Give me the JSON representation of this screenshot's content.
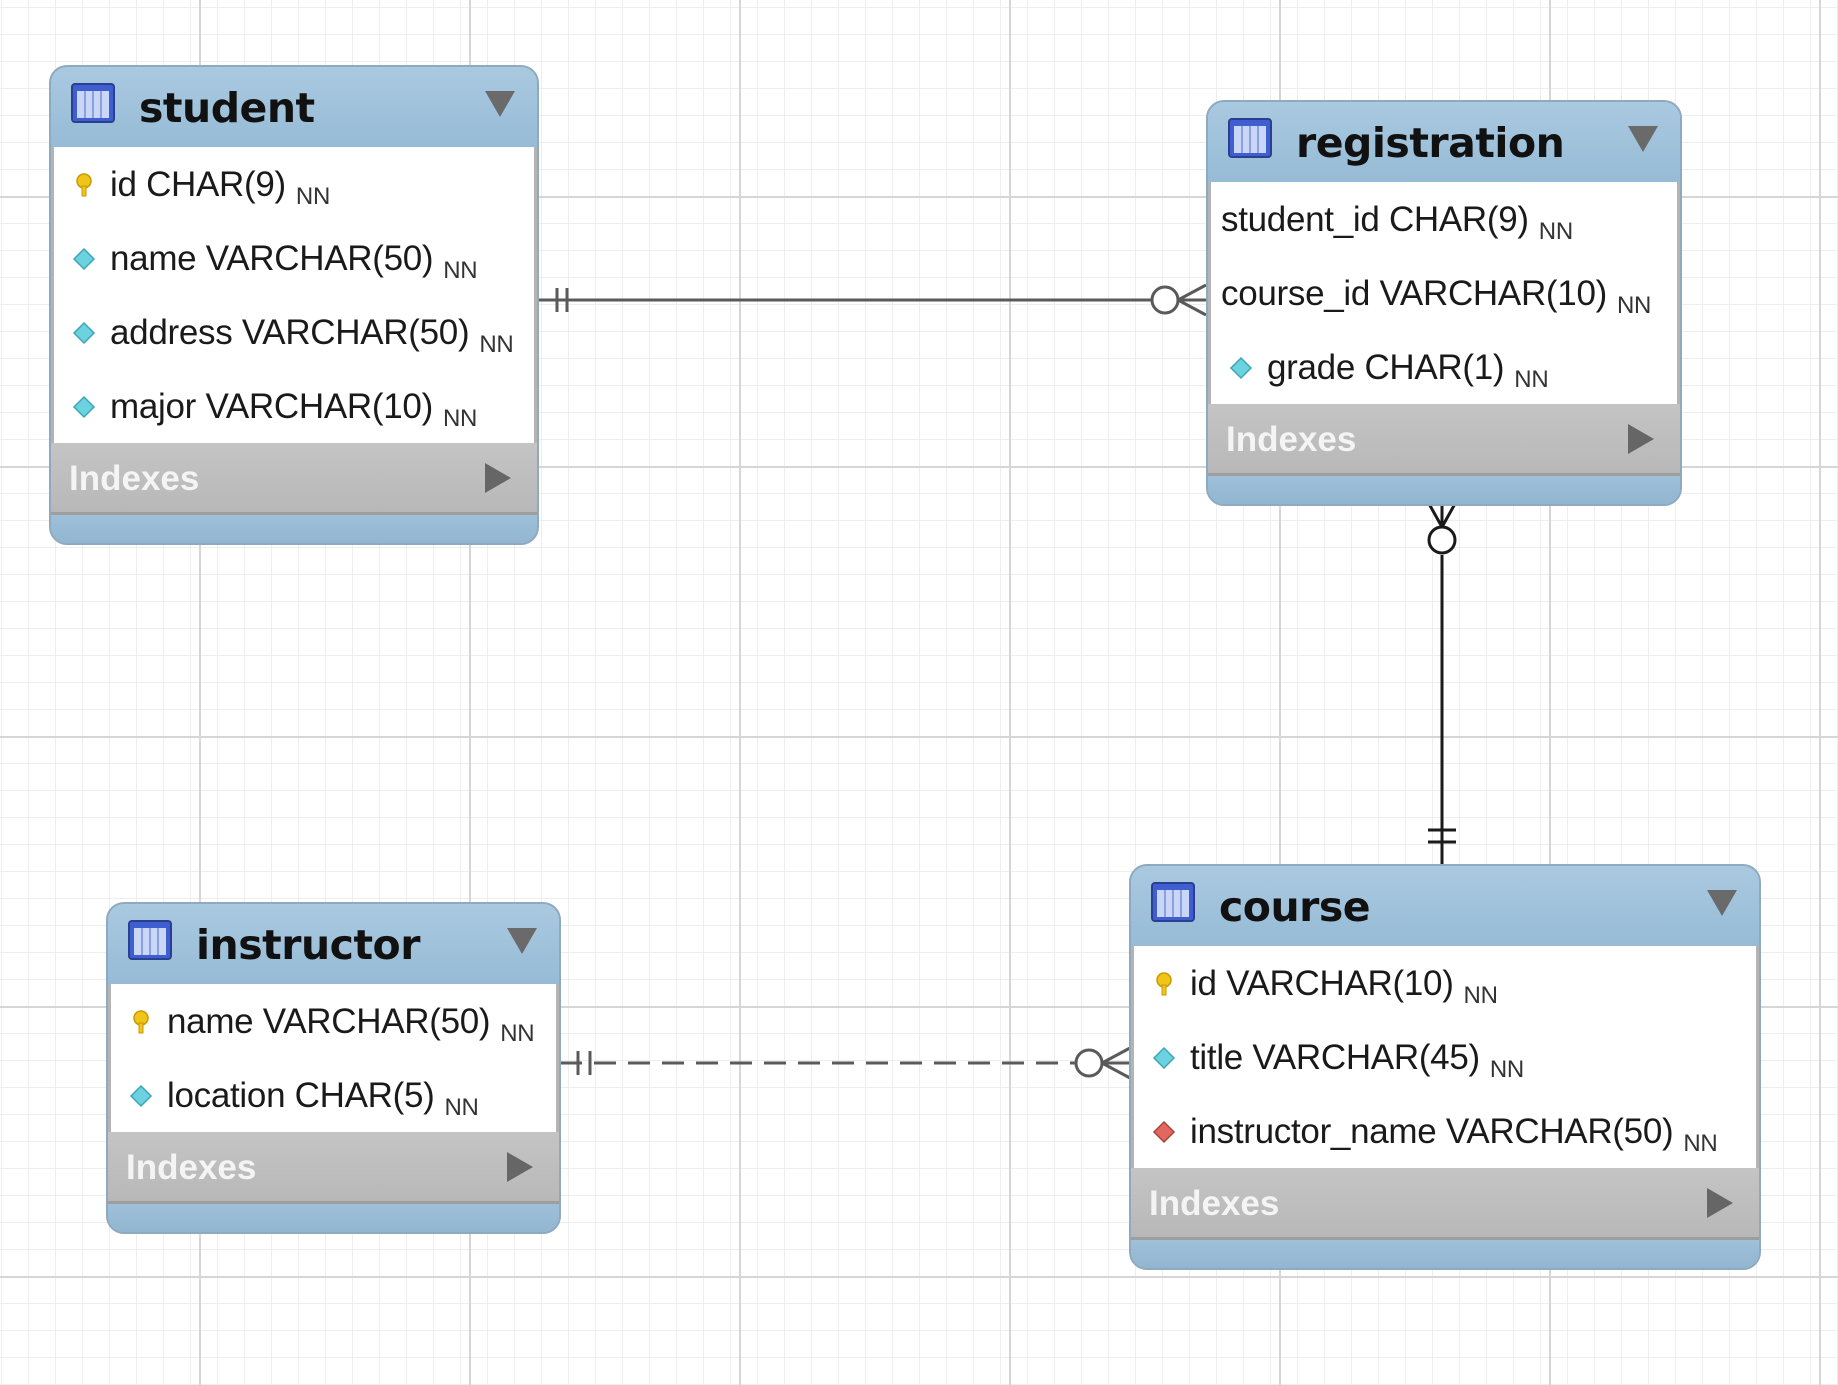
{
  "colors": {
    "header_blue": "#9fc0d9",
    "indexes_gray": "#c0c0c0",
    "connector": "#5a5a5a",
    "pk_key": "#e6b800",
    "column_diamond": "#5fc8d8",
    "fk_diamond": "#d9534f"
  },
  "tables": {
    "student": {
      "name": "student",
      "columns": [
        {
          "text": "id CHAR(9)",
          "nn": "NN",
          "icon": "primary-key-icon"
        },
        {
          "text": "name VARCHAR(50)",
          "nn": "NN",
          "icon": "column-diamond-icon"
        },
        {
          "text": "address VARCHAR(50)",
          "nn": "NN",
          "icon": "column-diamond-icon"
        },
        {
          "text": "major VARCHAR(10)",
          "nn": "NN",
          "icon": "column-diamond-icon"
        }
      ],
      "indexes_label": "Indexes"
    },
    "registration": {
      "name": "registration",
      "columns": [
        {
          "text": "student_id CHAR(9)",
          "nn": "NN",
          "icon": "none"
        },
        {
          "text": "course_id VARCHAR(10)",
          "nn": "NN",
          "icon": "none"
        },
        {
          "text": "grade CHAR(1)",
          "nn": "NN",
          "icon": "column-diamond-icon"
        }
      ],
      "indexes_label": "Indexes"
    },
    "instructor": {
      "name": "instructor",
      "columns": [
        {
          "text": "name VARCHAR(50)",
          "nn": "NN",
          "icon": "primary-key-icon"
        },
        {
          "text": "location CHAR(5)",
          "nn": "NN",
          "icon": "column-diamond-icon"
        }
      ],
      "indexes_label": "Indexes"
    },
    "course": {
      "name": "course",
      "columns": [
        {
          "text": "id VARCHAR(10)",
          "nn": "NN",
          "icon": "primary-key-icon"
        },
        {
          "text": "title VARCHAR(45)",
          "nn": "NN",
          "icon": "column-diamond-icon"
        },
        {
          "text": "instructor_name VARCHAR(50)",
          "nn": "NN",
          "icon": "foreign-key-diamond-icon"
        }
      ],
      "indexes_label": "Indexes"
    }
  },
  "relationships": [
    {
      "from": "student",
      "to": "registration",
      "from_cardinality": "one-and-only-one",
      "to_cardinality": "zero-or-many",
      "line": "solid"
    },
    {
      "from": "course",
      "to": "registration",
      "from_cardinality": "one-and-only-one",
      "to_cardinality": "zero-or-many",
      "line": "solid"
    },
    {
      "from": "instructor",
      "to": "course",
      "from_cardinality": "one-and-only-one",
      "to_cardinality": "zero-or-many",
      "line": "dashed"
    }
  ]
}
